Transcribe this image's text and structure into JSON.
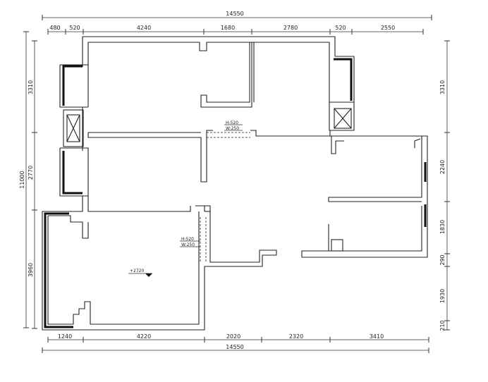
{
  "dimensions": {
    "top_total": "14550",
    "top_segments": [
      "480",
      "520",
      "4240",
      "1680",
      "2780",
      "520",
      "2550"
    ],
    "bottom_segments": [
      "1240",
      "4220",
      "2020",
      "2320",
      "3410"
    ],
    "bottom_total": "14550",
    "left_total": "11000",
    "left_segments": [
      "3310",
      "2770",
      "3960"
    ],
    "right_segments": [
      "3310",
      "2240",
      "1830",
      "290",
      "1930",
      "210"
    ]
  },
  "annotations": {
    "window_top_h": "H:520",
    "window_top_w": "W:250",
    "window_room_h": "H:520",
    "window_room_w": "W:250",
    "elevation": "+2720"
  }
}
